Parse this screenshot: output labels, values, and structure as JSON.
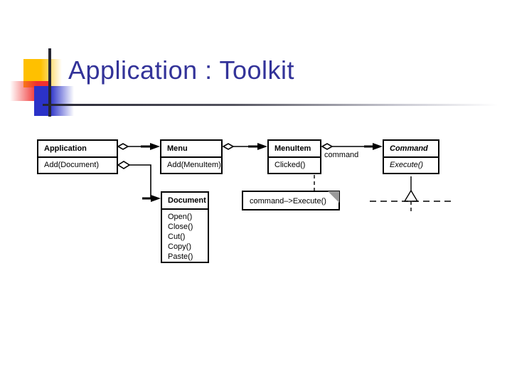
{
  "slide": {
    "title": "Application : Toolkit",
    "title_color": "#333399",
    "decoration": {
      "yellow": "#FFC000",
      "red": "#F03030",
      "blue": "#2B32C8",
      "rule": "#262633"
    }
  },
  "diagram": {
    "type": "uml-class-diagram",
    "classes": [
      {
        "id": "application",
        "name": "Application",
        "abstract": false,
        "operations": [
          "Add(Document)"
        ]
      },
      {
        "id": "document",
        "name": "Document",
        "abstract": false,
        "operations": [
          "Open()",
          "Close()",
          "Cut()",
          "Copy()",
          "Paste()"
        ]
      },
      {
        "id": "menu",
        "name": "Menu",
        "abstract": false,
        "operations": [
          "Add(MenuItem)"
        ]
      },
      {
        "id": "menuitem",
        "name": "MenuItem",
        "abstract": false,
        "operations": [
          "Clicked()"
        ]
      },
      {
        "id": "command",
        "name": "Command",
        "abstract": true,
        "operations": [
          "Execute()"
        ]
      }
    ],
    "associations": [
      {
        "from": "application",
        "to": "menu",
        "role": ""
      },
      {
        "from": "application",
        "to": "document",
        "role": ""
      },
      {
        "from": "menu",
        "to": "menuitem",
        "role": ""
      },
      {
        "from": "menuitem",
        "to": "command",
        "role": "command"
      }
    ],
    "note": {
      "text": "command–>Execute()",
      "anchored_to": "menuitem"
    },
    "role_labels": {
      "command": "command"
    }
  }
}
